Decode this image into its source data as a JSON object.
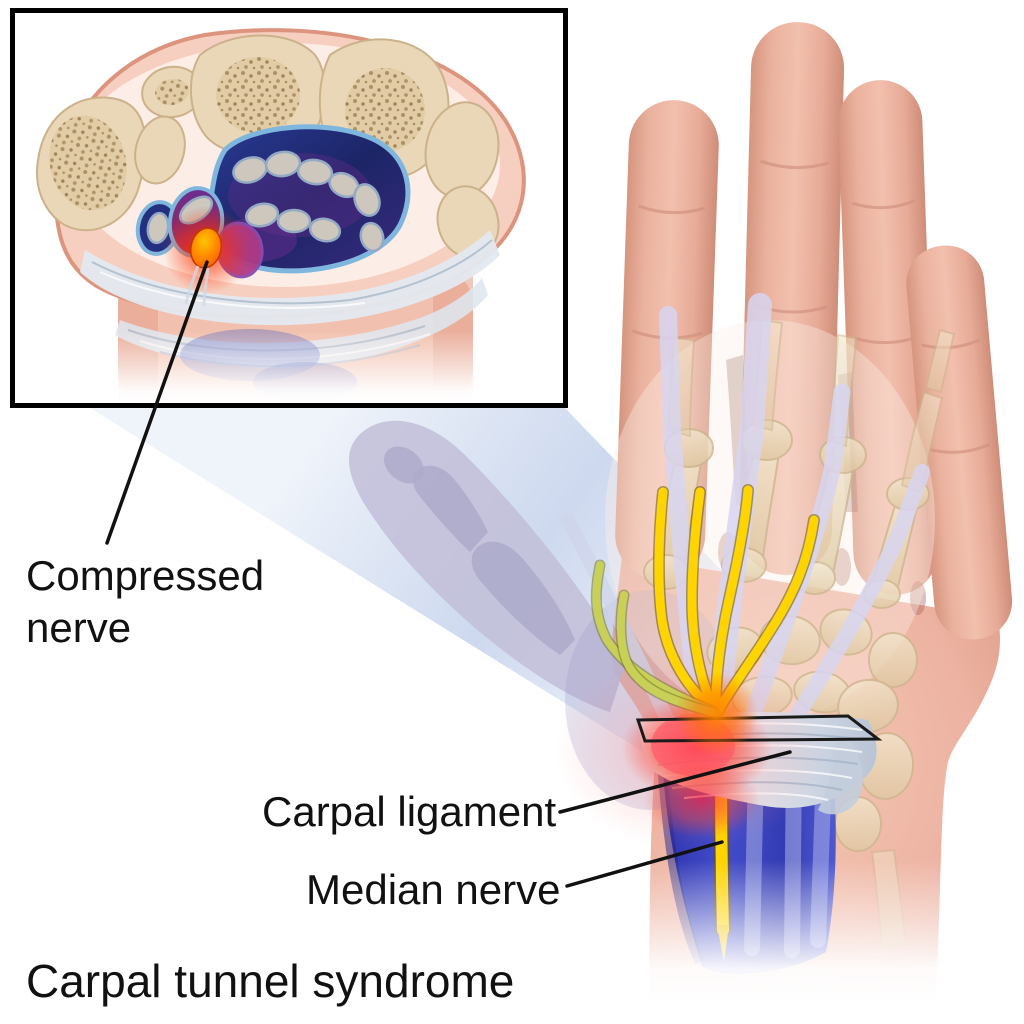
{
  "figure": {
    "title": "Carpal tunnel syndrome",
    "labels": {
      "compressed_nerve_line1": "Compressed",
      "compressed_nerve_line2": "nerve",
      "carpal_ligament": "Carpal ligament",
      "median_nerve": "Median nerve"
    },
    "colors": {
      "label_text": "#111111",
      "skin": "#EDB2A2",
      "skin_shadow": "#D78F7C",
      "bone": "#EAD7B8",
      "bone_speckle": "#A5885C",
      "tendon_sheath_blue": "#24307F",
      "tendon_sheath_purple": "#5B2D86",
      "tendon_gray": "#CDC7BE",
      "nerve_yellow": "#FFD400",
      "compressed_nerve_orange": "#FF6A00",
      "inflammation_red": "#F5273D",
      "ligament_white": "#E4E9F0",
      "muscle_blue": "#3341BE",
      "flexor_tendon_lavender": "#D7D5F0",
      "beam_blue": "#C5D2EC",
      "outline_black": "#000000"
    }
  }
}
